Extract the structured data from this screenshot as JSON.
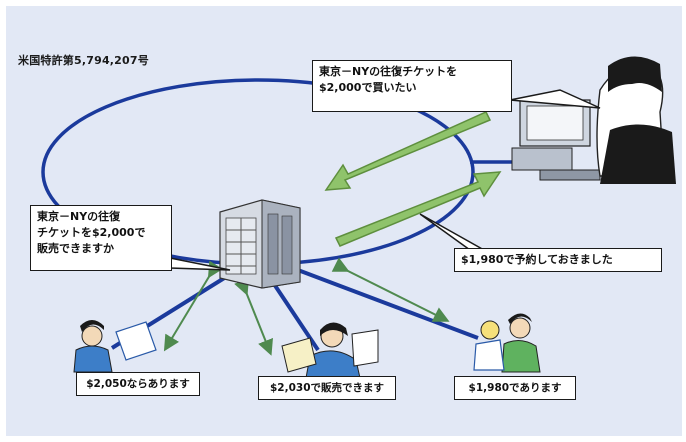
{
  "patent_label": "米国特許第5,794,207号",
  "buyer_request": {
    "line1": "東京－NYの往復チケットを",
    "line2": "$2,000で買いたい"
  },
  "server_query": {
    "line1": "東京－NYの往復",
    "line2": "チケットを$2,000で",
    "line3": "販売できますか"
  },
  "booking_confirmation": "$1,980で予約しておきました",
  "seller_replies": [
    "$2,050ならあります",
    "$2,030で販売できます",
    "$1,980であります"
  ],
  "colors": {
    "background": "#e2e8f5",
    "ring": "#1b3a9c",
    "arrow_fill": "#8fc36b",
    "arrow_stroke": "#5e8f3e",
    "double_arrow": "#4f8a4f"
  },
  "icons": [
    "buyer-at-computer",
    "server-building",
    "seller-1",
    "seller-2",
    "seller-3"
  ]
}
